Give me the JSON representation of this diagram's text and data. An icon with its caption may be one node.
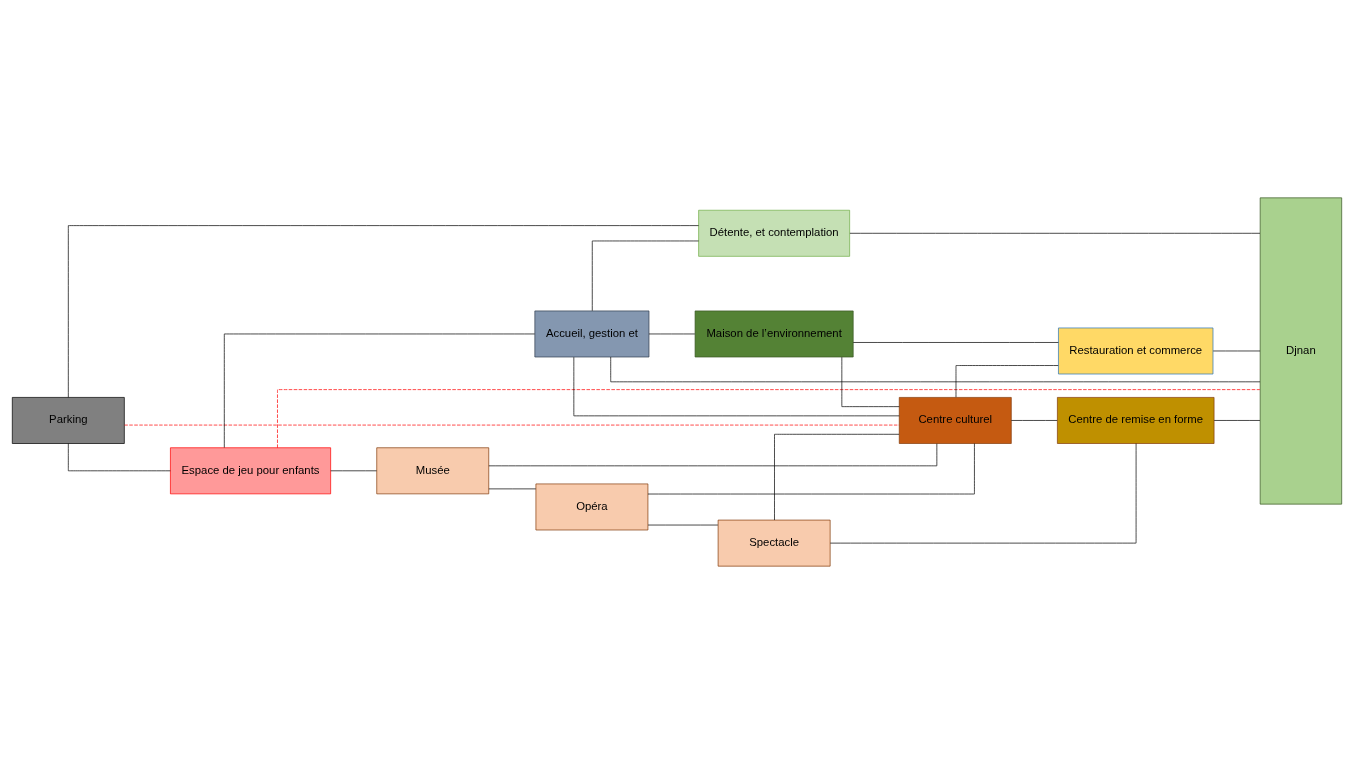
{
  "diagram": {
    "nodes": [
      {
        "text": [
          "Parking"
        ]
      },
      {
        "text": [
          "Détente, et contemplation"
        ]
      },
      {
        "text": [
          "Djnan"
        ]
      },
      {
        "text": [
          "Espace de jeu pour enfants"
        ]
      },
      {
        "text": [
          "Accueil, gestion et"
        ]
      },
      {
        "text": [
          "Maison de l’environnement"
        ]
      },
      {
        "text": [
          "Musée"
        ]
      },
      {
        "text": [
          "Restauration et commerce"
        ]
      },
      {
        "text": [
          "Opéra"
        ]
      },
      {
        "text": [
          "Centre culturel"
        ]
      },
      {
        "text": [
          "Centre de remise en forme"
        ]
      },
      {
        "text": [
          "Spectacle"
        ]
      }
    ],
    "edges": [
      {
        "from": 0,
        "to": 1,
        "arrow": "none"
      },
      {
        "from": 0,
        "to": 3,
        "arrow": "none"
      },
      {
        "from": 0,
        "to": 9,
        "arrow": "none",
        "style": "dashed",
        "color": "#ff0000"
      },
      {
        "from": 3,
        "to": 4,
        "arrow": "none"
      },
      {
        "from": 3,
        "to": 2,
        "arrow": "none",
        "style": "dashed",
        "color": "#ff0000"
      },
      {
        "from": 3,
        "to": 6,
        "arrow": "none"
      },
      {
        "from": 4,
        "to": 1,
        "arrow": "none"
      },
      {
        "from": 4,
        "to": 2,
        "arrow": "none"
      },
      {
        "from": 4,
        "to": 5,
        "arrow": "none"
      },
      {
        "from": 4,
        "to": 9,
        "arrow": "none"
      },
      {
        "from": 1,
        "to": 2,
        "arrow": "none"
      },
      {
        "from": 6,
        "to": 9,
        "arrow": "none"
      },
      {
        "from": 6,
        "to": 8,
        "arrow": "none"
      },
      {
        "from": 5,
        "to": 7,
        "arrow": "none"
      },
      {
        "from": 5,
        "to": 9,
        "arrow": "none"
      },
      {
        "from": 7,
        "to": 2,
        "arrow": "none"
      },
      {
        "from": 9,
        "to": 7,
        "arrow": "none"
      },
      {
        "from": 8,
        "to": 9,
        "arrow": "none"
      },
      {
        "from": 8,
        "to": 11,
        "arrow": "none"
      },
      {
        "from": 11,
        "to": 9,
        "arrow": "none"
      },
      {
        "from": 9,
        "to": 10,
        "arrow": "none"
      },
      {
        "from": 11,
        "to": 10,
        "arrow": "none"
      },
      {
        "from": 10,
        "to": 2,
        "arrow": "none"
      }
    ]
  }
}
